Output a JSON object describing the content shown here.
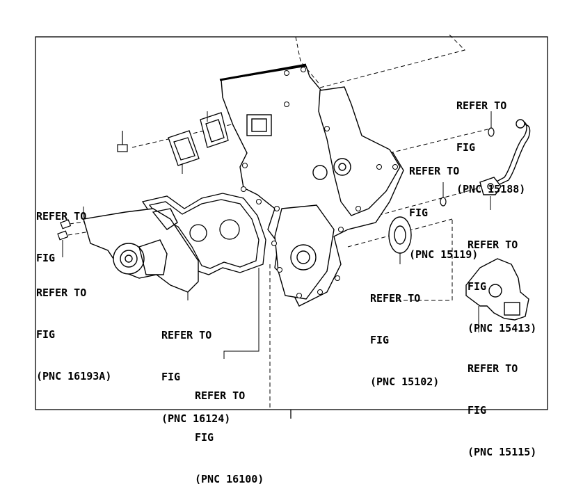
{
  "callouts": [
    {
      "id": "pnc15188",
      "line1": "REFER TO",
      "line2": "FIG",
      "line3": "(PNC 15188)"
    },
    {
      "id": "pnc15119",
      "line1": "REFER TO",
      "line2": "FIG",
      "line3": "(PNC 15119)"
    },
    {
      "id": "pnc15413",
      "line1": "REFER TO",
      "line2": "FIG",
      "line3": "(PNC 15413)"
    },
    {
      "id": "pnc15102",
      "line1": "REFER TO",
      "line2": "FIG",
      "line3": "(PNC 15102)"
    },
    {
      "id": "pnc15115",
      "line1": "REFER TO",
      "line2": "FIG",
      "line3": "(PNC 15115)"
    },
    {
      "id": "pnc16193a",
      "line1": "REFER TO",
      "line2": "FIG",
      "line3": "(PNC 16193A)"
    },
    {
      "id": "pnc16124",
      "line1": "REFER TO",
      "line2": "FIG",
      "line3": "(PNC 16124)"
    },
    {
      "id": "pnc16100",
      "line1": "REFER TO",
      "line2": "FIG",
      "line3": "(PNC 16100)"
    },
    {
      "id": "pnc-unlabeled",
      "line1": "REFER TO",
      "line2": "FIG",
      "line3": ""
    }
  ]
}
